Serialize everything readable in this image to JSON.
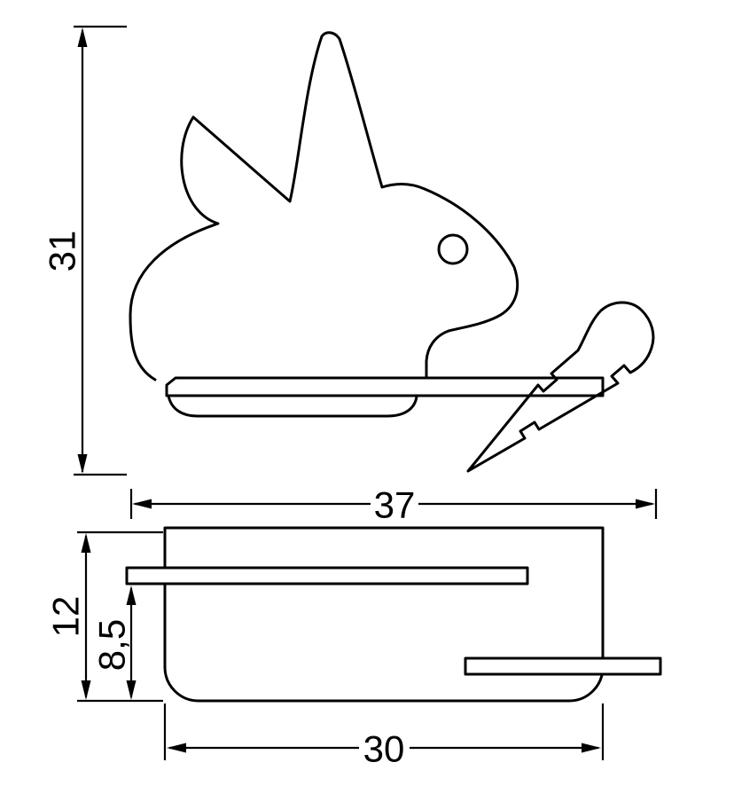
{
  "colors": {
    "line": "#000000",
    "background": "#ffffff"
  },
  "dimensions": {
    "overall_height": "31",
    "overall_width": "37",
    "side_height": "12",
    "shelf_drop": "8,5",
    "base_width": "30"
  }
}
